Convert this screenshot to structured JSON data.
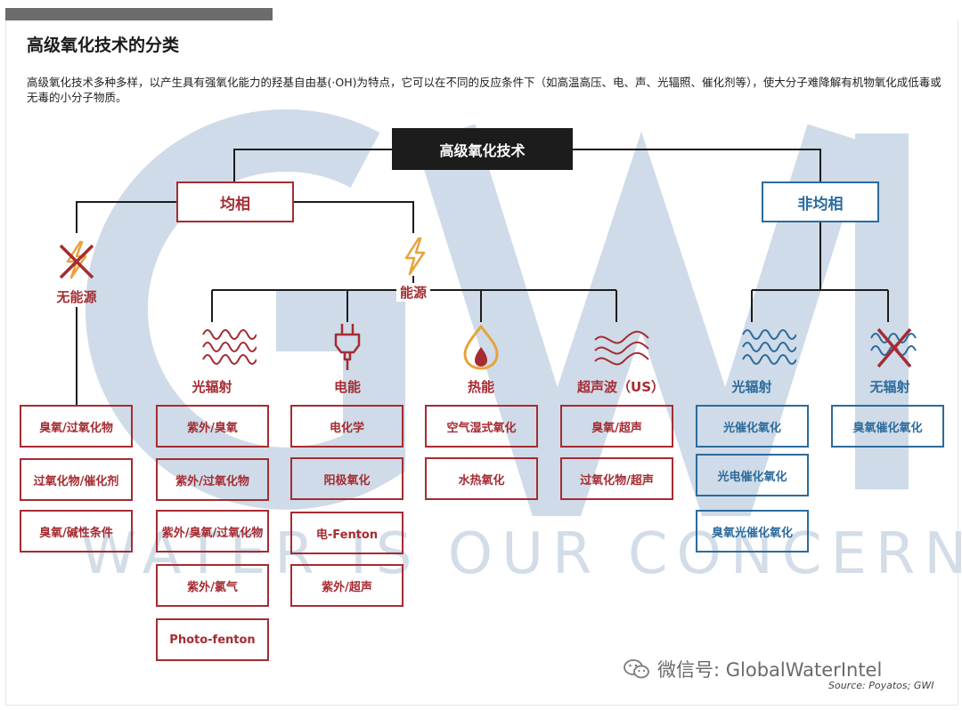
{
  "title": "高级氧化技术的分类",
  "intro": "高级氧化技术多种多样，以产生具有强氧化能力的羟基自由基(·OH)为特点，它可以在不同的反应条件下（如高温高压、电、声、光辐照、催化剂等），使大分子难降解有机物氧化成低毒或无毒的小分子物质。",
  "watermark": {
    "letters": "GWI",
    "slogan": "WATER IS OUR CONCERN"
  },
  "root": "高级氧化技术",
  "homogeneous": {
    "label": "均相",
    "no_energy": {
      "label": "无能源",
      "icon": "crossed-lightning-icon",
      "items": [
        "臭氧/过氧化物",
        "过氧化物/催化剂",
        "臭氧/碱性条件"
      ]
    },
    "energy": {
      "label": "能源",
      "icon": "lightning-icon",
      "branches": [
        {
          "label": "光辐射",
          "icon": "wave-icon",
          "items": [
            "紫外/臭氧",
            "紫外/过氧化物",
            "紫外/臭氧/过氧化物",
            "紫外/氯气",
            "Photo-fenton"
          ]
        },
        {
          "label": "电能",
          "icon": "plug-icon",
          "items": [
            "电化学",
            "阳极氧化",
            "电-Fenton",
            "紫外/超声"
          ]
        },
        {
          "label": "热能",
          "icon": "flame-icon",
          "items": [
            "空气湿式氧化",
            "水热氧化"
          ]
        },
        {
          "label": "超声波（US）",
          "icon": "sound-wave-icon",
          "items": [
            "臭氧/超声",
            "过氧化物/超声"
          ]
        }
      ]
    }
  },
  "heterogeneous": {
    "label": "非均相",
    "branches": [
      {
        "label": "光辐射",
        "icon": "wave-icon",
        "items": [
          "光催化氧化",
          "光电催化氧化",
          "臭氧光催化氧化"
        ]
      },
      {
        "label": "无辐射",
        "icon": "crossed-wave-icon",
        "items": [
          "臭氧催化氧化"
        ]
      }
    ]
  },
  "footer": {
    "wechat": "微信号: GlobalWaterIntel",
    "source": "Source: Poyatos; GWI"
  },
  "colors": {
    "red": "#a52c32",
    "blue": "#2c6b9c",
    "dark": "#1c1c1c",
    "icon_orange": "#e8a33a",
    "watermark": "#c9d6e4"
  }
}
